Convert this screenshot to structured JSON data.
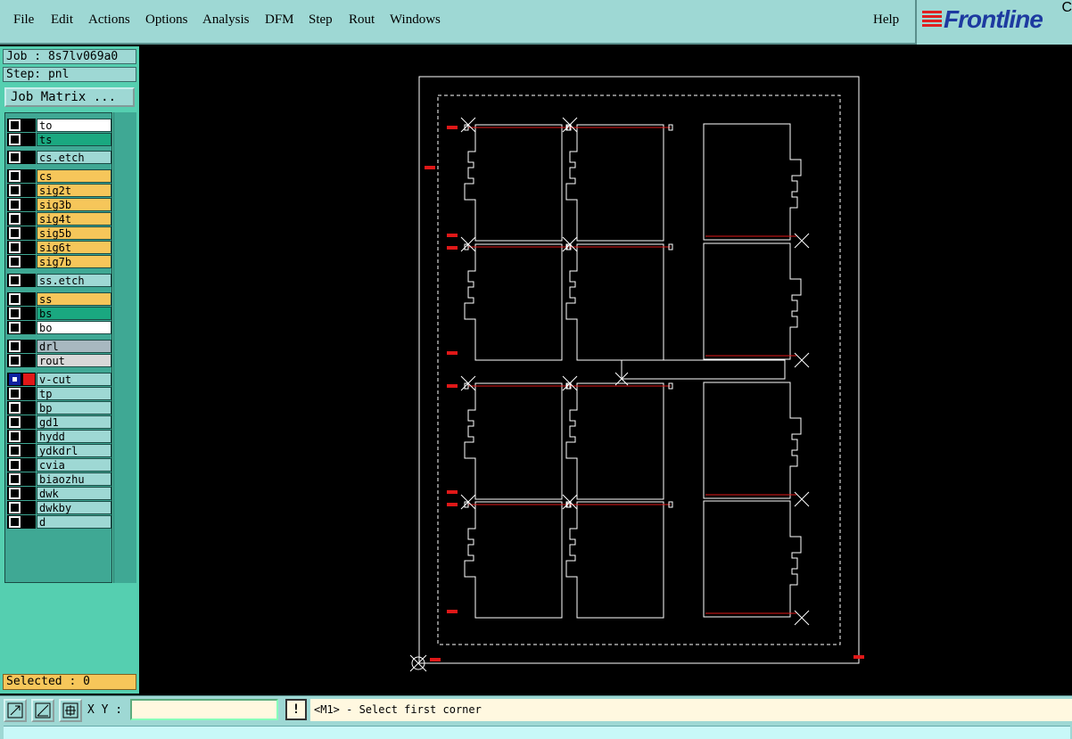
{
  "menubar": {
    "items": [
      {
        "label": "File",
        "u": "F",
        "rest": "ile"
      },
      {
        "label": "Edit",
        "u": "E",
        "rest": "dit"
      },
      {
        "label": "Actions",
        "u": "A",
        "rest": "ctions"
      },
      {
        "label": "Options",
        "u": "O",
        "rest": "ptions"
      },
      {
        "label": "Analysis",
        "u": "",
        "rest": "Analysis"
      },
      {
        "label": "DFM",
        "u": "",
        "rest": "DFM"
      },
      {
        "label": "Step",
        "u": "S",
        "rest": "tep"
      },
      {
        "label": "Rout",
        "u": "R",
        "rest": "out"
      },
      {
        "label": "Windows",
        "u": "W",
        "rest": "indows"
      }
    ],
    "help": "Help",
    "logo": "Frontline",
    "logo_corner": "C"
  },
  "job": {
    "job_line": "Job : 8s7lv069a0",
    "step_line": "Step: pnl",
    "matrix_button": "Job Matrix ..."
  },
  "layers": [
    {
      "name": "to",
      "color": "#ffffff"
    },
    {
      "name": "ts",
      "color": "#1aa880"
    },
    {
      "name": "cs.etch",
      "color": "#9ed8d4"
    },
    {
      "name": "cs",
      "color": "#f6c65a"
    },
    {
      "name": "sig2t",
      "color": "#f6c65a"
    },
    {
      "name": "sig3b",
      "color": "#f6c65a"
    },
    {
      "name": "sig4t",
      "color": "#f6c65a"
    },
    {
      "name": "sig5b",
      "color": "#f6c65a"
    },
    {
      "name": "sig6t",
      "color": "#f6c65a"
    },
    {
      "name": "sig7b",
      "color": "#f6c65a"
    },
    {
      "name": "ss.etch",
      "color": "#9ed8d4"
    },
    {
      "name": "ss",
      "color": "#f6c65a"
    },
    {
      "name": "bs",
      "color": "#1aa880"
    },
    {
      "name": "bo",
      "color": "#ffffff"
    },
    {
      "name": "drl",
      "color": "#a8b8c0"
    },
    {
      "name": "rout",
      "color": "#d8d8d8"
    },
    {
      "name": "v-cut",
      "color": "#9ed8d4"
    },
    {
      "name": "tp",
      "color": "#9ed8d4"
    },
    {
      "name": "bp",
      "color": "#9ed8d4"
    },
    {
      "name": "gd1",
      "color": "#9ed8d4"
    },
    {
      "name": "hydd",
      "color": "#9ed8d4"
    },
    {
      "name": "ydkdrl",
      "color": "#9ed8d4"
    },
    {
      "name": "cvia",
      "color": "#9ed8d4"
    },
    {
      "name": "biaozhu",
      "color": "#9ed8d4"
    },
    {
      "name": "dwk",
      "color": "#9ed8d4"
    },
    {
      "name": "dwkby",
      "color": "#9ed8d4"
    },
    {
      "name": "d",
      "color": "#9ed8d4"
    }
  ],
  "selected": "Selected : 0",
  "statusbar": {
    "xy_label": "X Y :",
    "xy_value": "",
    "bang": "!",
    "prompt": "<M1> - Select first corner"
  },
  "colors": {
    "outline": "#ffffff",
    "vcut": "#e01818"
  }
}
